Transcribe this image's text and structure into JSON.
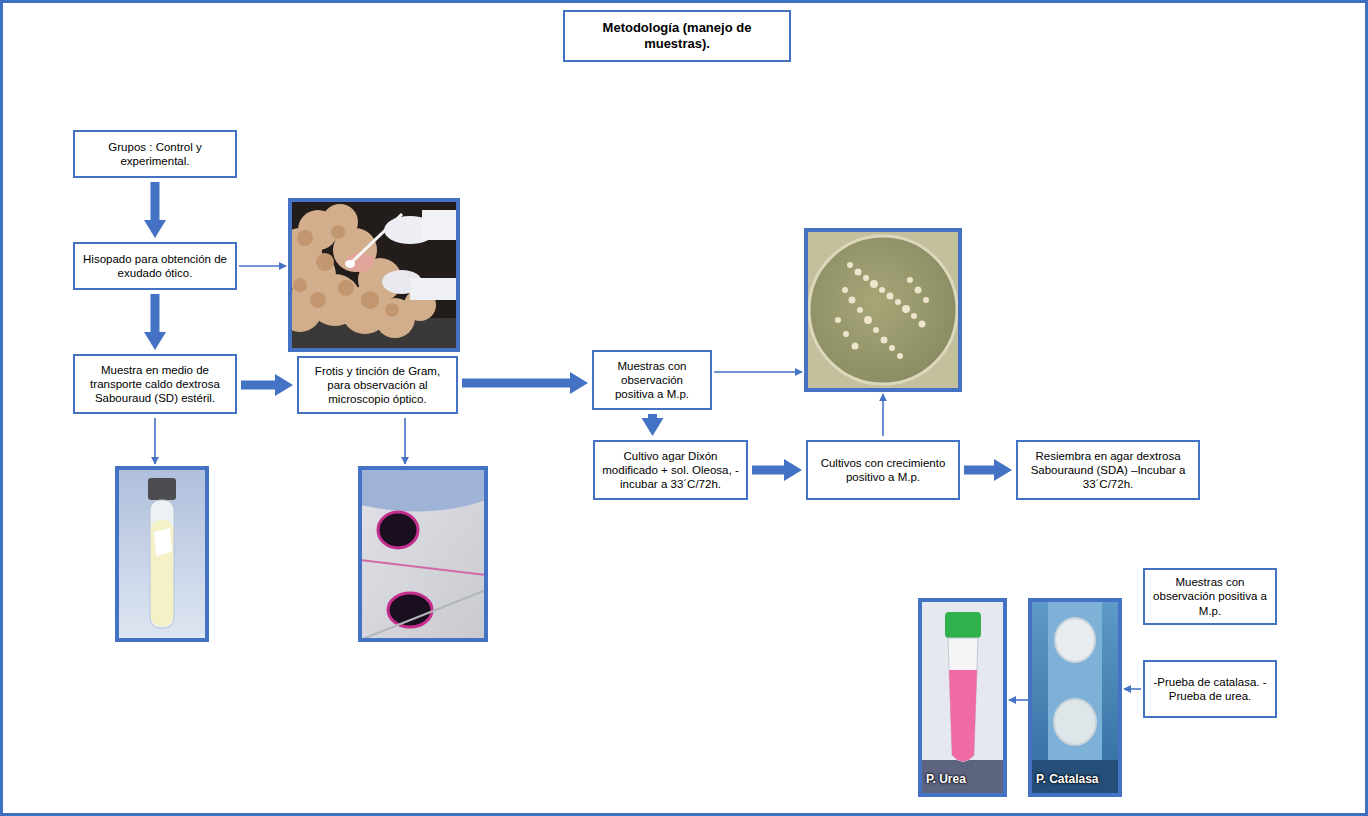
{
  "diagram": {
    "title": "Metodología (manejo de muestras).",
    "nodes": [
      {
        "text": [
          "Grupos : Control y experimental."
        ]
      },
      {
        "text": [
          "Hisopado para obtención de exudado ótico."
        ]
      },
      {
        "text": [
          "Muestra en medio de transporte caldo dextrosa Sabouraud (SD) estéril."
        ]
      },
      {
        "text": [
          "Frotis y tinción de Gram, para observación al microscopio óptico."
        ]
      },
      {
        "text": [
          "Muestras con observación positiva a M.p."
        ]
      },
      {
        "text": [
          "Cultivo agar Dixón modificado + sol. Oleosa, -incubar a 33´C/72h."
        ]
      },
      {
        "text": [
          "Cultivos con crecimiento positivo a M.p."
        ]
      },
      {
        "text": [
          "Resiembra en agar dextrosa Sabouraund (SDA) –Incubar a 33´C/72h."
        ]
      },
      {
        "text": [
          "Muestras con observación positiva a M.p."
        ]
      },
      {
        "text": [
          "-Prueba de catalasa. -Prueba de urea."
        ]
      }
    ],
    "edges": [
      {
        "from": 0,
        "to": 1,
        "arrow": "to"
      },
      {
        "from": 1,
        "to": 2,
        "arrow": "to"
      },
      {
        "from": 2,
        "to": 3,
        "arrow": "to"
      },
      {
        "from": 3,
        "to": 4,
        "arrow": "to"
      },
      {
        "from": 4,
        "to": 5,
        "arrow": "to"
      },
      {
        "from": 5,
        "to": 6,
        "arrow": "to"
      },
      {
        "from": 6,
        "to": 7,
        "arrow": "to"
      }
    ],
    "labels": [
      "P. Urea",
      "P. Catalasa"
    ]
  }
}
